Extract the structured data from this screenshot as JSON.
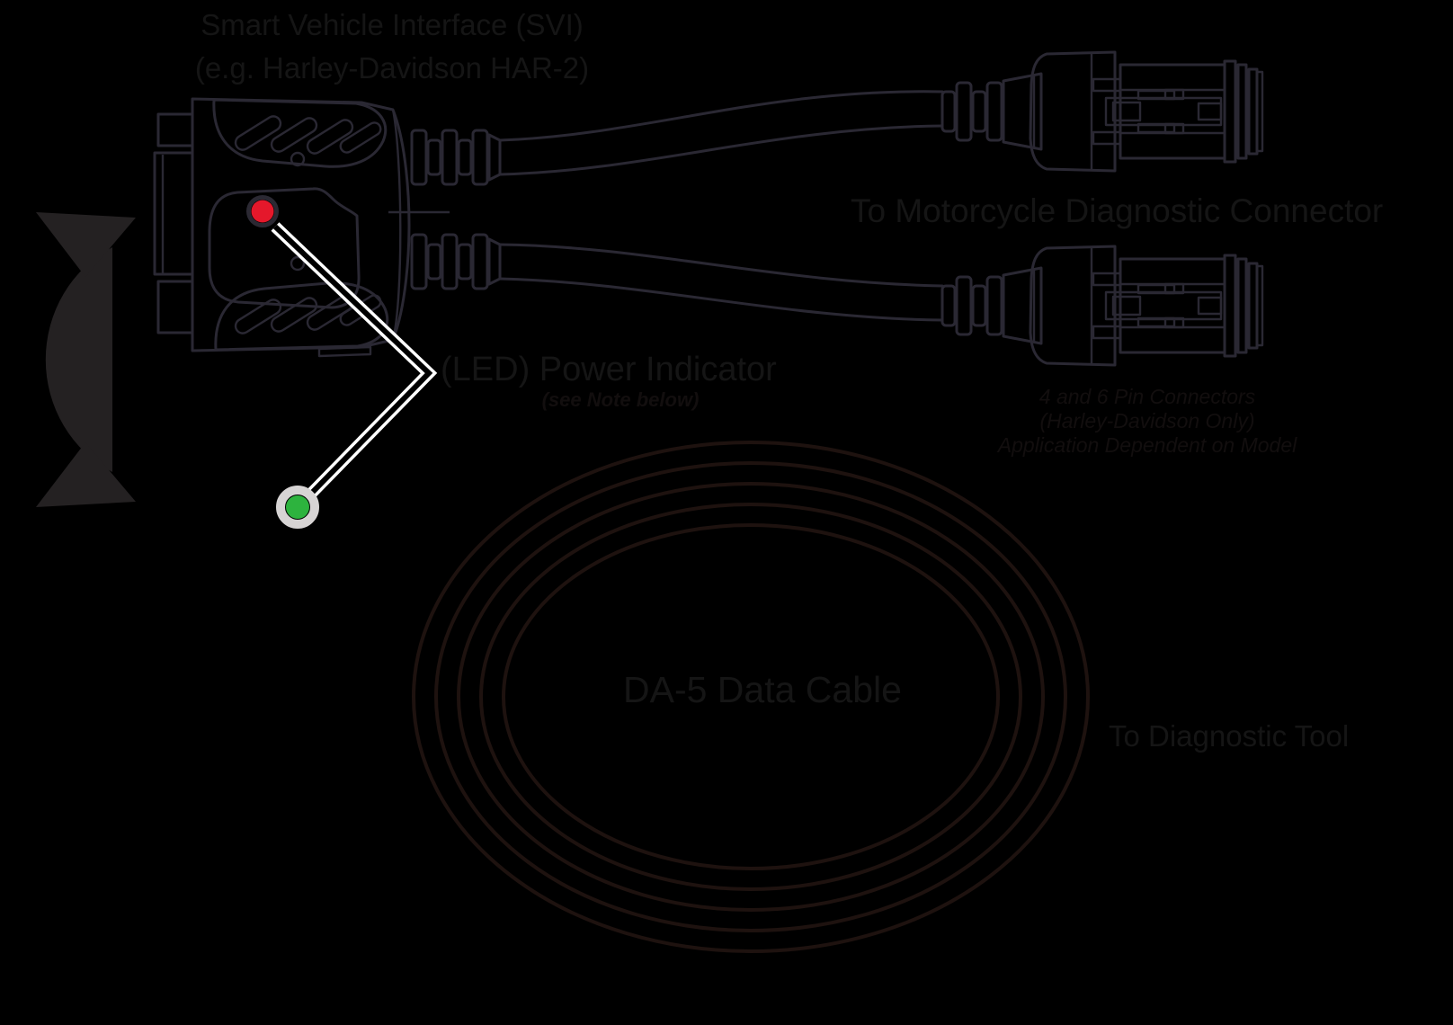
{
  "title": {
    "line1": "Smart Vehicle Interface (SVI)",
    "line2": "(e.g. Harley-Davidson HAR-2)"
  },
  "labels": {
    "motorcycle_connector": "To Motorcycle Diagnostic Connector",
    "power_indicator": "(LED) Power Indicator",
    "power_note_prefix": "(see ",
    "power_note_bold": "Note",
    "power_note_suffix": " below)",
    "pin_caption_line1": "4 and 6 Pin Connectors",
    "pin_caption_line2": "(Harley-Davidson Only)",
    "pin_caption_line3": "Application Dependent on Model",
    "data_cable": "DA-5 Data Cable",
    "diagnostic_tool": "To Diagnostic Tool"
  },
  "leds": {
    "power_red": {
      "color": "#e5182b",
      "ring": "#2b2933"
    },
    "power_green": {
      "color": "#2db33e",
      "ring": "#d7d4d4"
    }
  },
  "colors": {
    "background": "#000000",
    "lineart": "#2a2833",
    "coil": "#1e120f",
    "arrow": "#242122",
    "text": "#151515",
    "caption": "#120e0e",
    "callout": "#ffffff"
  }
}
